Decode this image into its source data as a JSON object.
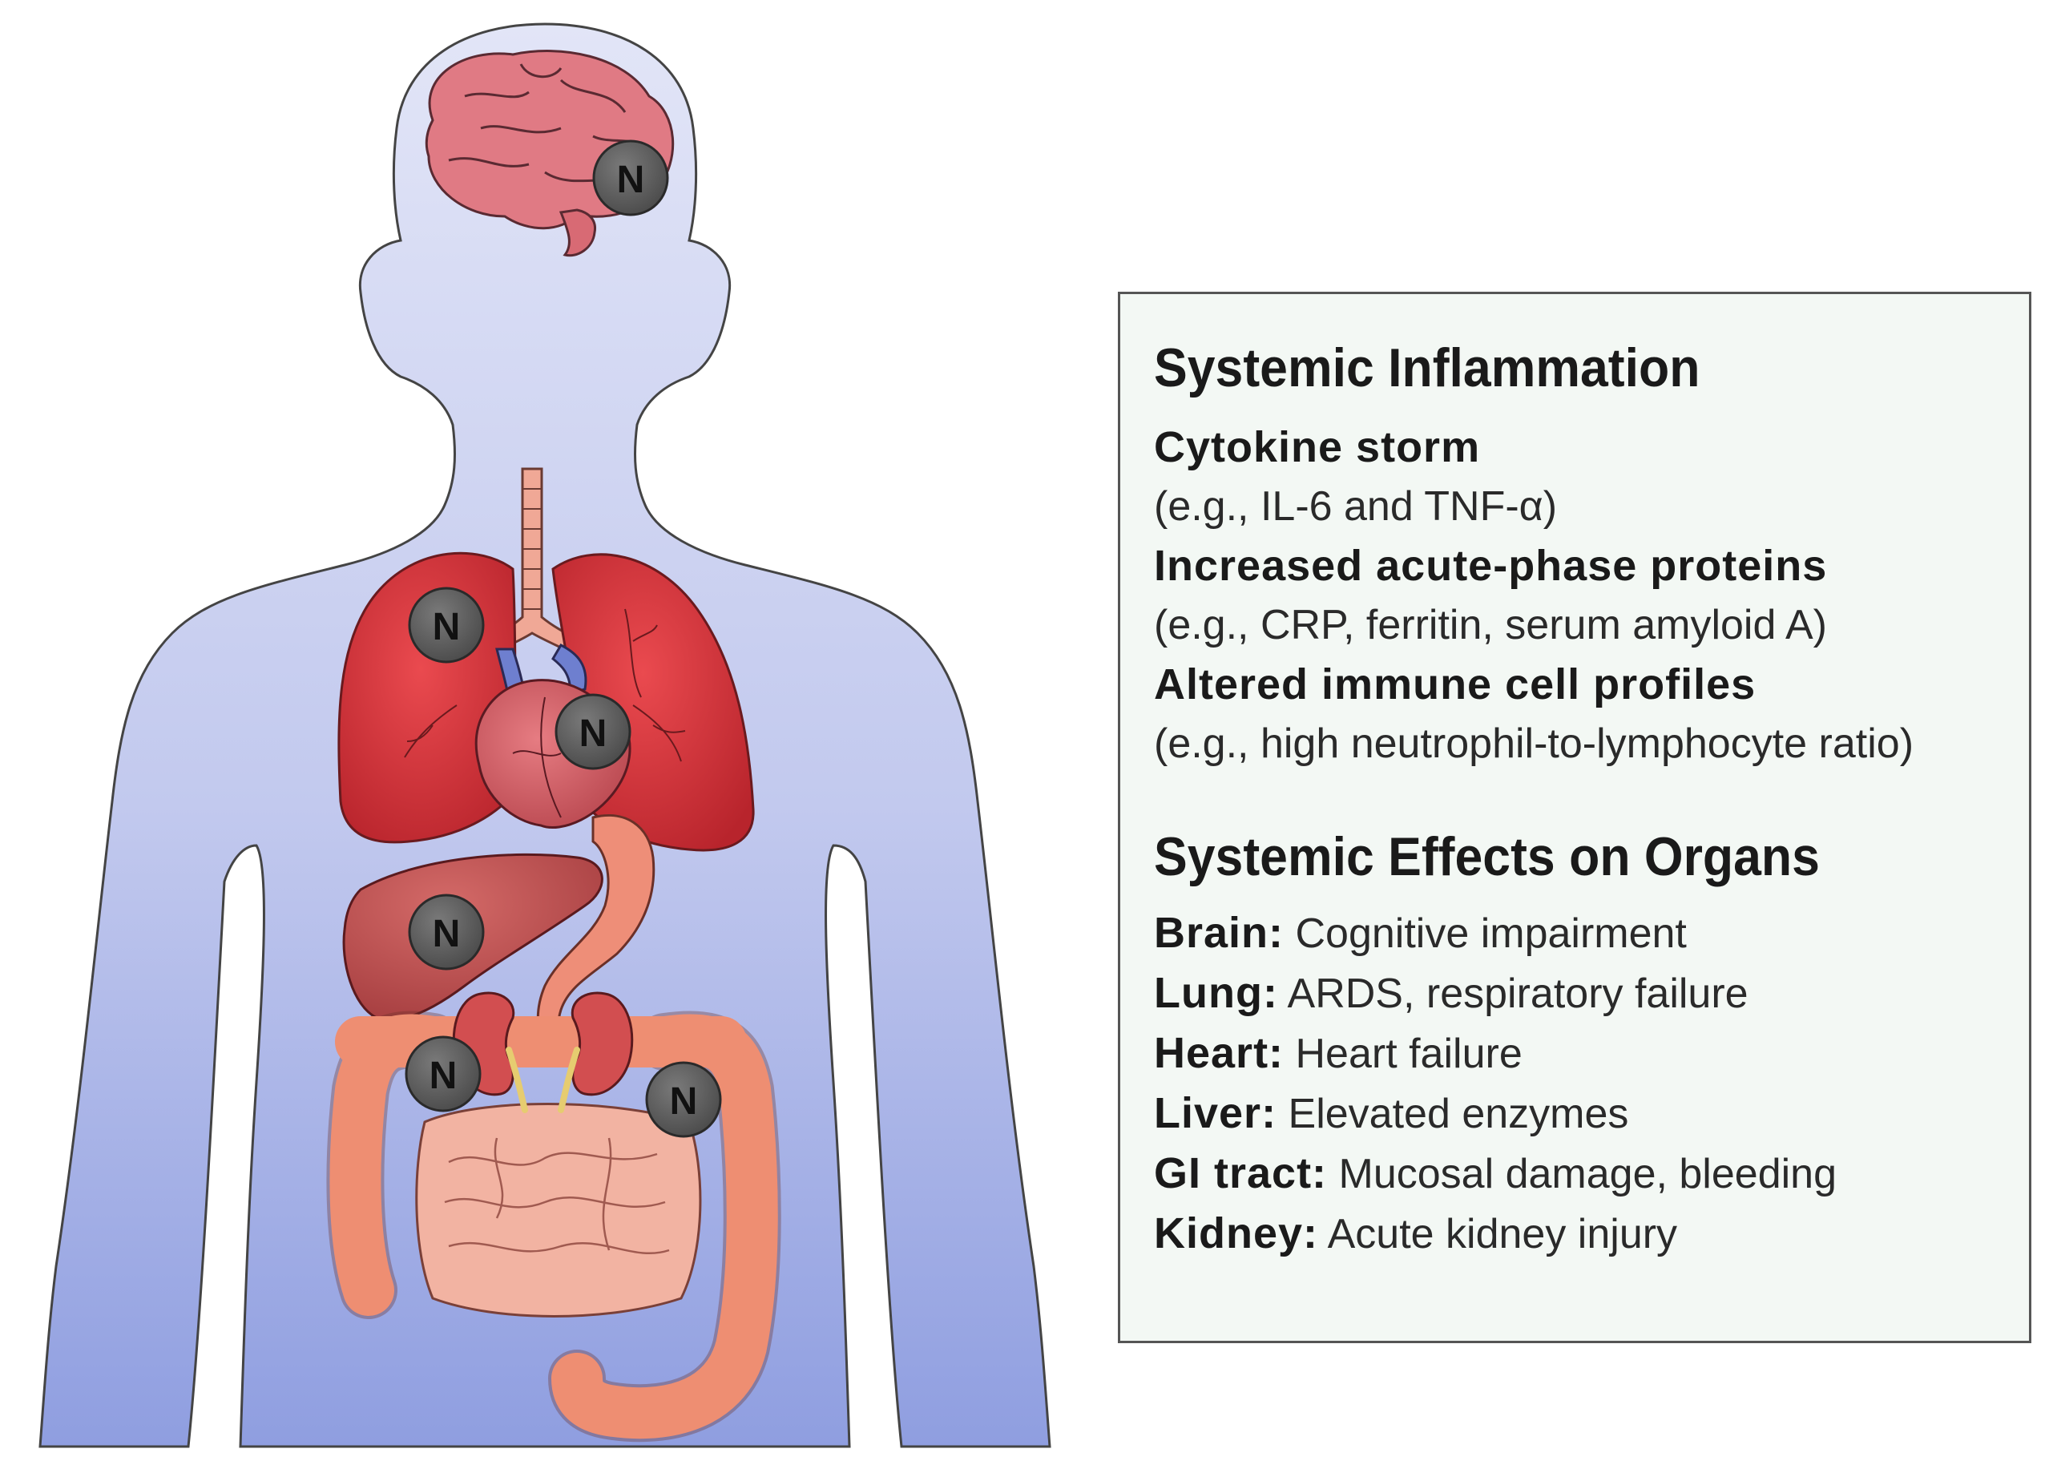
{
  "neutrophil_label": "N",
  "panel": {
    "inflammation": {
      "title": "Systemic Inflammation",
      "items": [
        {
          "heading": "Cytokine storm",
          "detail": "(e.g., IL-6 and TNF-α)"
        },
        {
          "heading": "Increased acute-phase proteins",
          "detail": "(e.g., CRP, ferritin, serum amyloid A)"
        },
        {
          "heading": "Altered immune cell profiles",
          "detail": "(e.g., high neutrophil-to-lymphocyte ratio)"
        }
      ]
    },
    "effects": {
      "title": "Systemic Effects on Organs",
      "organs": [
        {
          "name": "Brain:",
          "effect": "Cognitive impairment"
        },
        {
          "name": "Lung:",
          "effect": "ARDS, respiratory failure"
        },
        {
          "name": "Heart:",
          "effect": "Heart failure"
        },
        {
          "name": "Liver:",
          "effect": "Elevated enzymes"
        },
        {
          "name": "GI tract:",
          "effect": "Mucosal damage, bleeding"
        },
        {
          "name": "Kidney:",
          "effect": "Acute kidney injury"
        }
      ]
    }
  },
  "colors": {
    "body_top": "#e2e5f7",
    "body_bottom": "#8f9ee0",
    "lung": "#d9363c",
    "heart": "#d0626a",
    "brain": "#e07a84",
    "liver": "#b94a4a",
    "intestine": "#ee8e72",
    "kidney": "#d24e50",
    "neutrophil": "#5f5f5f",
    "panel_bg": "#f3f8f4"
  }
}
